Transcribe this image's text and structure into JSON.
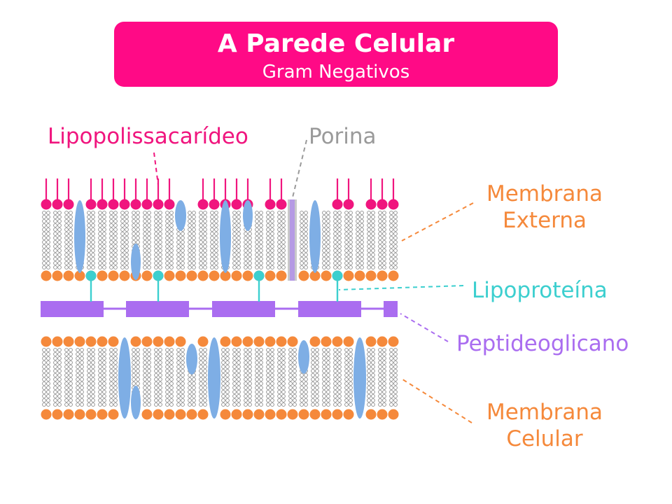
{
  "title": "A Parede Celular",
  "subtitle": "Gram Negativos",
  "labels": {
    "lps": "Lipopolissacarídeo",
    "porin": "Porina",
    "outer_membrane": {
      "line1": "Membrana",
      "line2": "Externa"
    },
    "lipoprotein": "Lipoproteína",
    "peptidoglycan": "Peptideoglicano",
    "cell_membrane": {
      "line1": "Membrana",
      "line2": "Celular"
    }
  },
  "colors": {
    "title_bg": "#ff0a86",
    "lps": "#f0157e",
    "porin_text": "#9a9a9a",
    "membrane": "#f5893b",
    "lipoprotein": "#3ccfcf",
    "peptidoglycan": "#aa6df0",
    "protein": "#7eaee5",
    "tail": "#8a8a8a"
  }
}
